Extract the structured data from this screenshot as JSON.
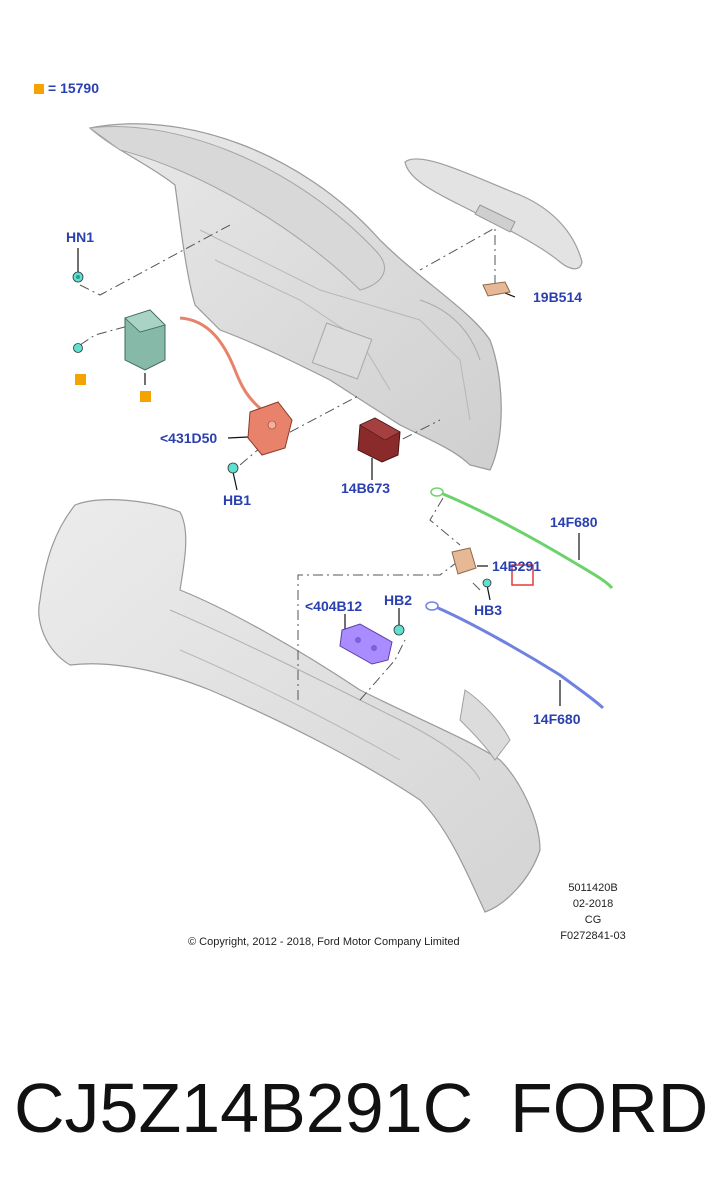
{
  "legend": {
    "label": "= 15790",
    "color": "#f5a300"
  },
  "callouts": {
    "hn1": "HN1",
    "p19b514": "19B514",
    "p431d50": "<431D50",
    "hb1": "HB1",
    "p14b673": "14B673",
    "p14f680_top": "14F680",
    "p14b291": "14B291",
    "hb3": "HB3",
    "p404b12": "<404B12",
    "hb2": "HB2",
    "p14f680_bottom": "14F680"
  },
  "meta": {
    "line1": "5011420B",
    "line2": "02-2018",
    "line3": "CG",
    "line4": "F0272841-03"
  },
  "copyright": "© Copyright, 2012 - 2018, Ford Motor Company Limited",
  "footer": {
    "part_number": "CJ5Z14B291C",
    "brand": "FORD"
  },
  "colors": {
    "callout_text": "#2a3fb0",
    "latch": "#e8826a",
    "module": "#8a2a2a",
    "actuator": "#86b9a8",
    "switch": "#a98cff",
    "cable_green": "#6cd36c",
    "cable_blue": "#6f82e0",
    "connector": "#e6b896",
    "highlight": "#e23a3a"
  }
}
